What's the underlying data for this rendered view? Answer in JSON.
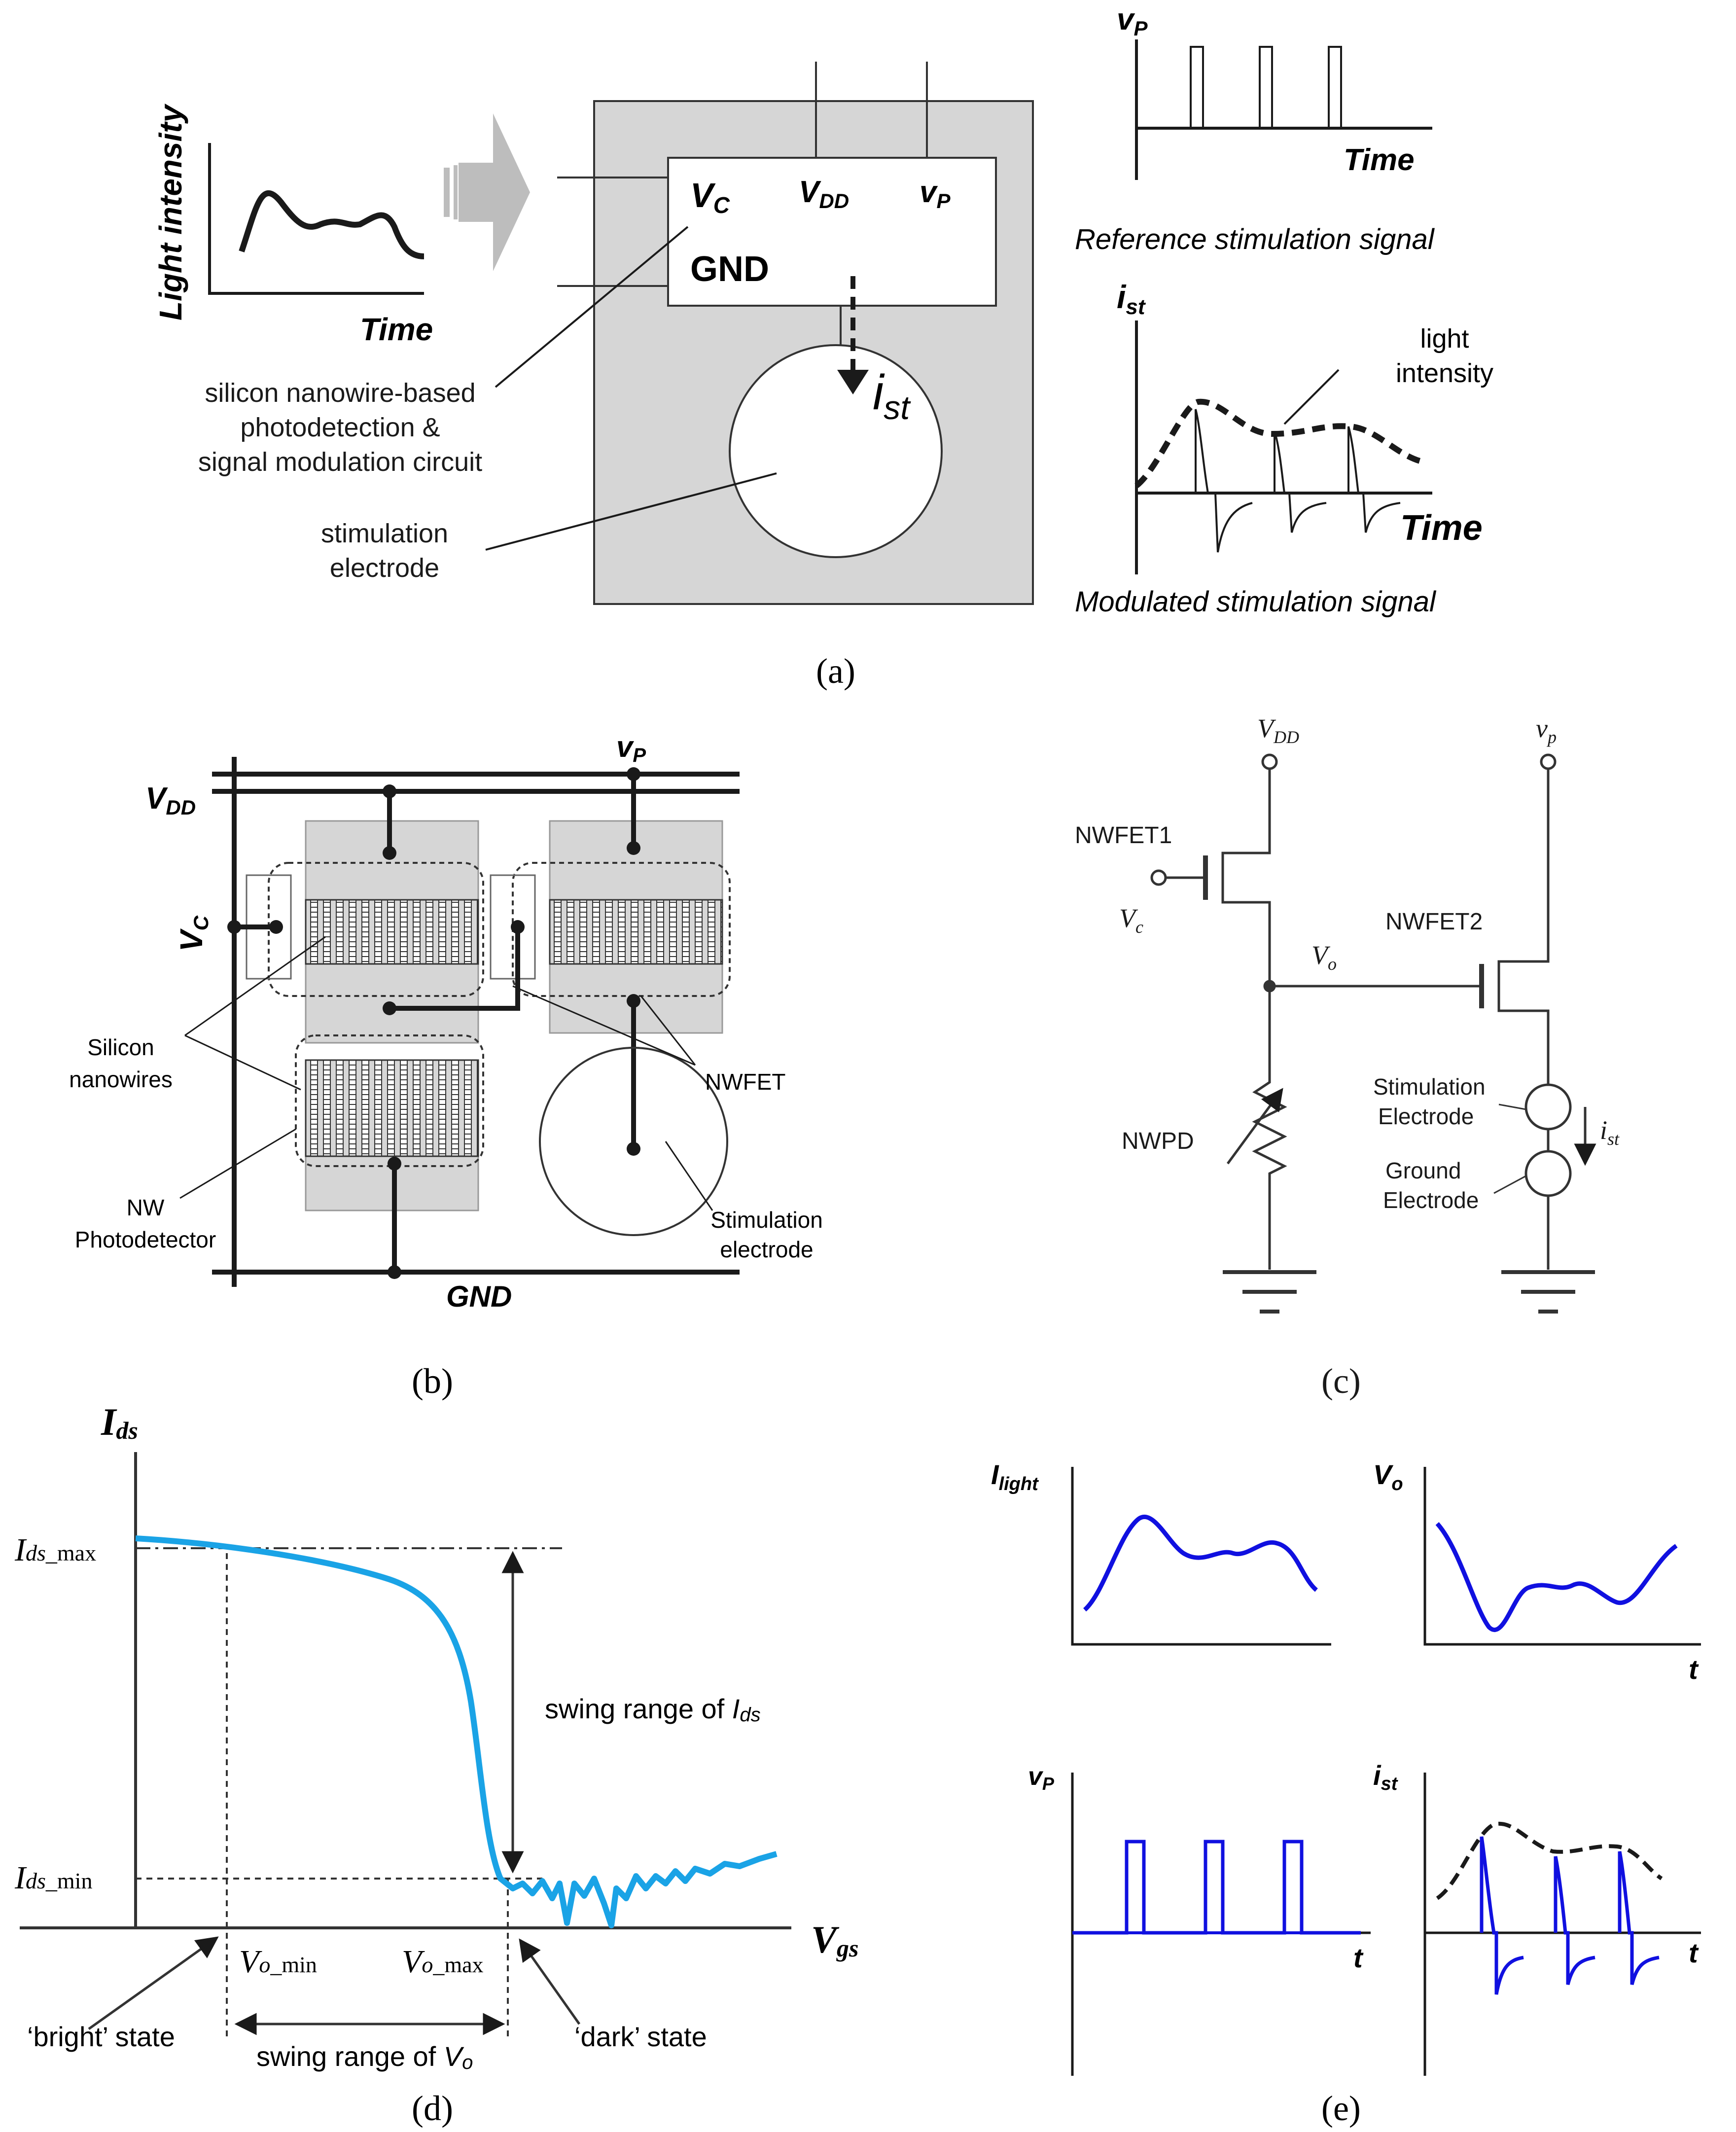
{
  "colors": {
    "ink": "#1a1a1a",
    "panel_gray": "#d6d6d6",
    "blue": "#1010e0",
    "cyan": "#1aa3e6",
    "arrow_gray": "#bdbdbd"
  },
  "panel_a": {
    "label": "(a)",
    "light_y": "Light intensity",
    "light_x": "Time",
    "box": {
      "vc": "V",
      "vc_sub": "C",
      "vdd": "V",
      "vdd_sub": "DD",
      "vp": "v",
      "vp_sub": "P",
      "gnd": "GND"
    },
    "ist": "i",
    "ist_sub": "st",
    "circuit_note": [
      "silicon nanowire-based",
      "photodetection &",
      "signal modulation circuit"
    ],
    "electrode_note": [
      "stimulation",
      "electrode"
    ],
    "ref_y": "v",
    "ref_y_sub": "P",
    "ref_x": "Time",
    "ref_caption": "Reference stimulation signal",
    "mod_y": "i",
    "mod_y_sub": "st",
    "mod_x": "Time",
    "mod_caption": "Modulated stimulation signal",
    "light_note": [
      "light",
      "intensity"
    ]
  },
  "panel_b": {
    "label": "(b)",
    "vp": "v",
    "vp_sub": "P",
    "vdd": "V",
    "vdd_sub": "DD",
    "vc": "V",
    "vc_sub": "C",
    "gnd": "GND",
    "silicon": [
      "Silicon",
      "nanowires"
    ],
    "nwfet": "NWFET",
    "nwpd": [
      "NW",
      "Photodetector"
    ],
    "electrode": [
      "Stimulation",
      "electrode"
    ]
  },
  "panel_c": {
    "label": "(c)",
    "vdd": "V",
    "vdd_sub": "DD",
    "vp": "v",
    "vp_sub": "p",
    "nwfet1": "NWFET1",
    "nwfet2": "NWFET2",
    "vc": "V",
    "vc_sub": "c",
    "vo": "V",
    "vo_sub": "o",
    "nwpd": "NWPD",
    "stim": [
      "Stimulation",
      "Electrode"
    ],
    "ground": [
      "Ground",
      "Electrode"
    ],
    "ist": "i",
    "ist_sub": "st"
  },
  "panel_d": {
    "label": "(d)",
    "y": "I",
    "y_sub": "ds",
    "x": "V",
    "x_sub": "gs",
    "imax": "I",
    "imax_sub": "ds",
    "imax_sfx": "_max",
    "imin": "I",
    "imin_sub": "ds",
    "imin_sfx": "_min",
    "vomin": "V",
    "vomin_sub": "o",
    "vomin_sfx": "_min",
    "vomax": "V",
    "vomax_sub": "o",
    "vomax_sfx": "_max",
    "swing_ids": "swing range of ",
    "swing_ids_var": "I",
    "swing_ids_sub": "ds",
    "swing_vo": "swing range of ",
    "swing_vo_var": "V",
    "swing_vo_sub": "o",
    "bright": "‘bright’ state",
    "dark": "‘dark’ state"
  },
  "panel_e": {
    "label": "(e)",
    "ilight": "I",
    "ilight_sub": "light",
    "vo": "V",
    "vo_sub": "o",
    "vp": "v",
    "vp_sub": "P",
    "ist": "i",
    "ist_sub": "st",
    "t": "t"
  }
}
